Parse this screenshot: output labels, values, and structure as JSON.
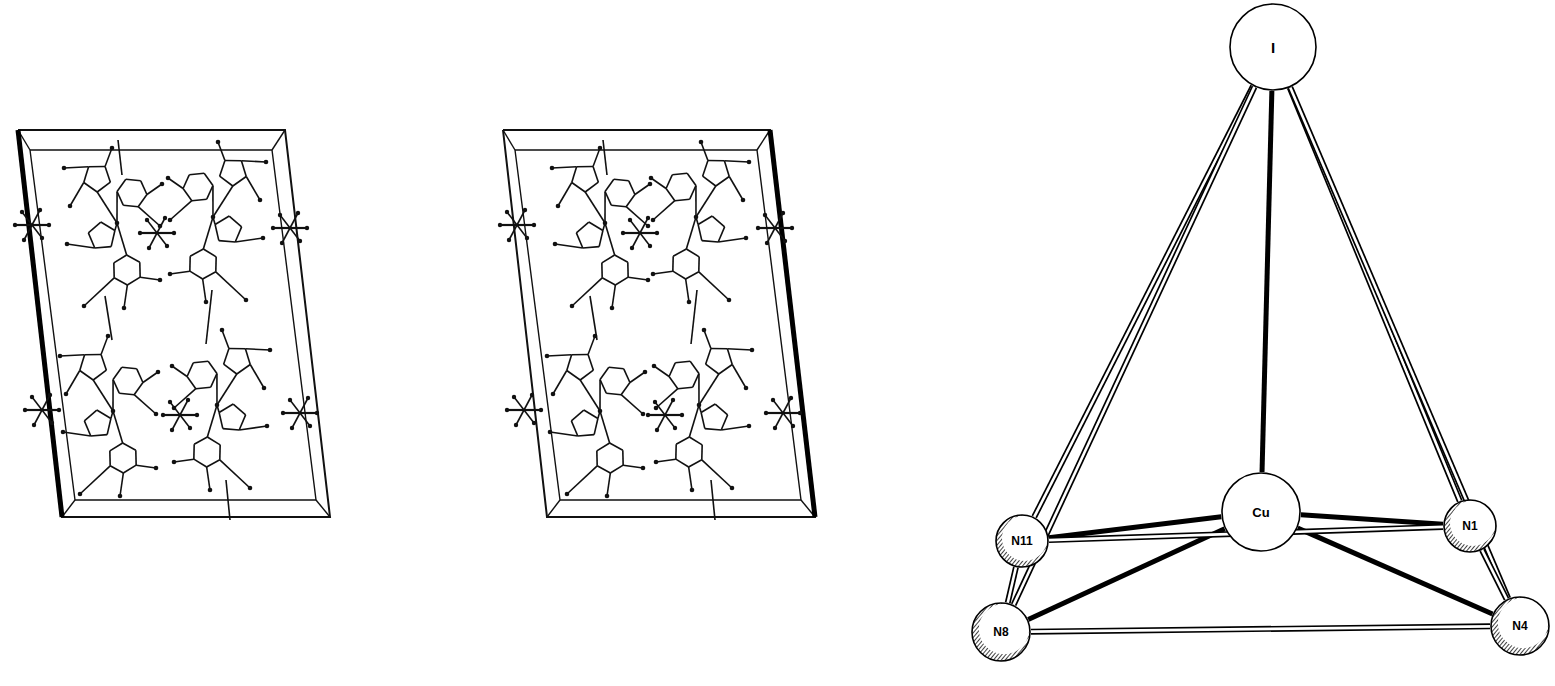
{
  "diagram": {
    "nodes": [
      {
        "text": [
          "I"
        ]
      },
      {
        "text": [
          "N11"
        ]
      },
      {
        "text": [
          "Cu"
        ]
      },
      {
        "text": [
          "N1"
        ]
      },
      {
        "text": [
          "N8"
        ]
      },
      {
        "text": [
          "N4"
        ]
      }
    ],
    "edges": [
      {
        "from": 2,
        "to": 0,
        "arrow": "none"
      },
      {
        "from": 2,
        "to": 1,
        "arrow": "none"
      },
      {
        "from": 2,
        "to": 3,
        "arrow": "none"
      },
      {
        "from": 2,
        "to": 4,
        "arrow": "none"
      },
      {
        "from": 2,
        "to": 5,
        "arrow": "none"
      },
      {
        "from": 0,
        "to": 1,
        "arrow": "none"
      },
      {
        "from": 0,
        "to": 4,
        "arrow": "none"
      },
      {
        "from": 0,
        "to": 3,
        "arrow": "none"
      },
      {
        "from": 0,
        "to": 5,
        "arrow": "none"
      },
      {
        "from": 1,
        "to": 3,
        "arrow": "none"
      },
      {
        "from": 1,
        "to": 4,
        "arrow": "none"
      },
      {
        "from": 3,
        "to": 5,
        "arrow": "none"
      },
      {
        "from": 4,
        "to": 5,
        "arrow": "none"
      }
    ]
  }
}
